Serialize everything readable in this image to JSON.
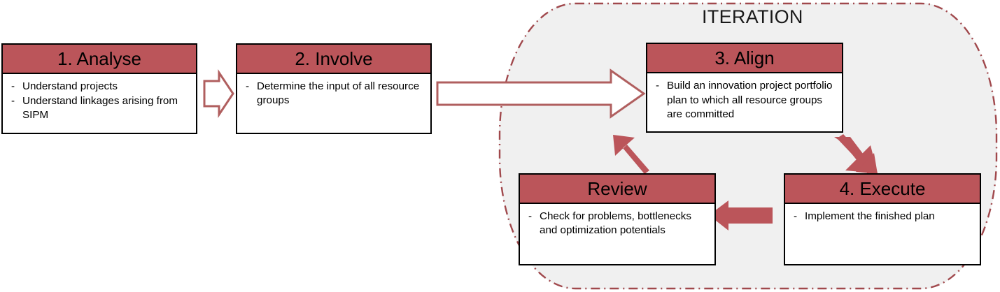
{
  "diagram": {
    "title_zone": "ITERATION",
    "colors": {
      "header_fill": "#bb555a",
      "zone_border": "#a0484c",
      "zone_fill": "#f0f0f0",
      "arrow_outline": "#b05f5f",
      "arrow_solid": "#bb555a",
      "box_border": "#000000",
      "text": "#000000"
    },
    "boxes": [
      {
        "id": "analyse",
        "title": "1. Analyse",
        "bullets": [
          {
            "marker": "-",
            "text": "Understand projects"
          },
          {
            "marker": "-",
            "text": "Understand linkages arising from SIPM"
          }
        ]
      },
      {
        "id": "involve",
        "title": "2. Involve",
        "bullets": [
          {
            "marker": "-",
            "text": "Determine the input of all resource groups"
          }
        ]
      },
      {
        "id": "align",
        "title": "3. Align",
        "bullets": [
          {
            "marker": "-",
            "text": "Build an innovation project portfolio plan to which all resource groups are committed"
          }
        ]
      },
      {
        "id": "execute",
        "title": "4. Execute",
        "bullets": [
          {
            "marker": "-",
            "text": "Implement the finished plan"
          }
        ]
      },
      {
        "id": "review",
        "title": "Review",
        "bullets": [
          {
            "marker": "-",
            "text": "Check for problems, bottlenecks and optimization potentials"
          }
        ]
      }
    ],
    "connectors": [
      {
        "id": "analyse-to-involve",
        "style": "outline-block-arrow",
        "direction": "right"
      },
      {
        "id": "involve-to-align",
        "style": "outline-block-arrow",
        "direction": "right"
      },
      {
        "id": "align-to-execute",
        "style": "solid-arrow",
        "direction": "down-right"
      },
      {
        "id": "execute-to-review",
        "style": "solid-arrow",
        "direction": "left"
      },
      {
        "id": "review-to-align",
        "style": "solid-arrow",
        "direction": "up-right"
      }
    ]
  }
}
